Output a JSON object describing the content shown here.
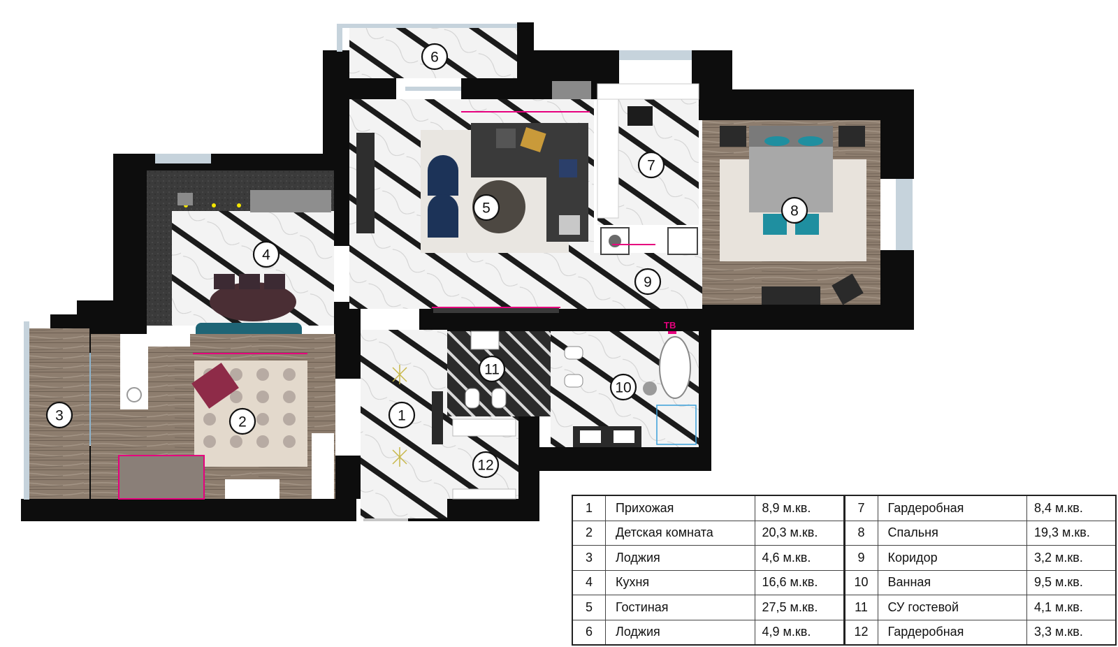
{
  "rooms": [
    {
      "num": "1",
      "name": "Прихожая",
      "area": "8,9 м.кв."
    },
    {
      "num": "2",
      "name": "Детская комната",
      "area": "20,3 м.кв."
    },
    {
      "num": "3",
      "name": "Лоджия",
      "area": "4,6 м.кв."
    },
    {
      "num": "4",
      "name": "Кухня",
      "area": "16,6 м.кв."
    },
    {
      "num": "5",
      "name": "Гостиная",
      "area": "27,5 м.кв."
    },
    {
      "num": "6",
      "name": "Лоджия",
      "area": "4,9 м.кв."
    },
    {
      "num": "7",
      "name": "Гардеробная",
      "area": "8,4 м.кв."
    },
    {
      "num": "8",
      "name": "Спальня",
      "area": "19,3 м.кв."
    },
    {
      "num": "9",
      "name": "Коридор",
      "area": "3,2 м.кв."
    },
    {
      "num": "10",
      "name": "Ванная",
      "area": "9,5 м.кв."
    },
    {
      "num": "11",
      "name": "СУ гостевой",
      "area": "4,1 м.кв."
    },
    {
      "num": "12",
      "name": "Гардеробная",
      "area": "3,3 м.кв."
    }
  ],
  "labels": {
    "tv": "ТВ"
  },
  "colors": {
    "wall": "#0d0d0d",
    "marble": "#f1f1f1",
    "wood": "#8c7b6c",
    "teal": "#1f8fa0",
    "navy": "#1c3358",
    "accent": "#e6007e",
    "carpet": "#e3d9cc"
  }
}
